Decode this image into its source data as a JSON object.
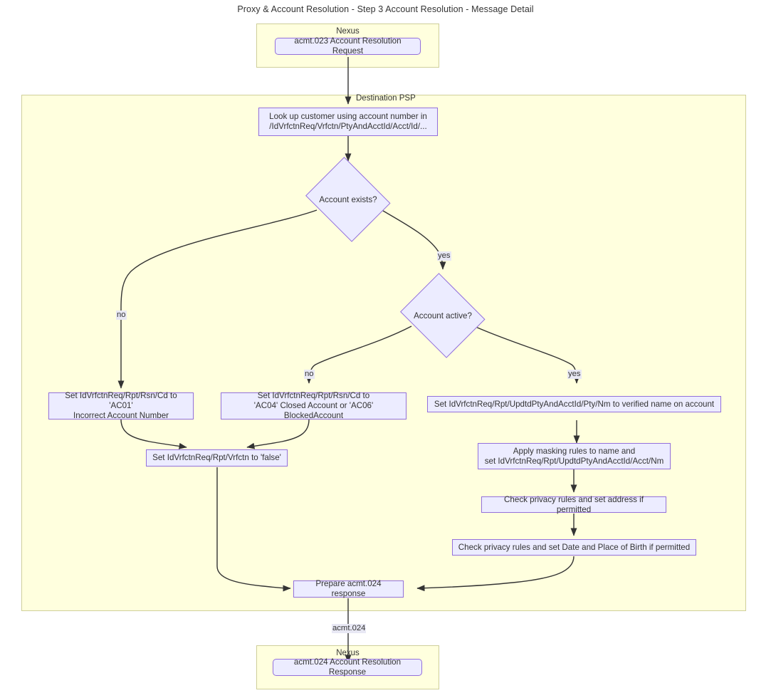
{
  "diagram": {
    "title": "Proxy & Account Resolution - Step 3 Account Resolution - Message Detail",
    "type": "flowchart",
    "colors": {
      "cluster_fill": "#ffffde",
      "cluster_border": "#cfcf9a",
      "node_fill": "#ececff",
      "node_border": "#9370db",
      "edge_stroke": "#333333",
      "text": "#333333",
      "page_background": "#ffffff"
    }
  },
  "clusters": [
    {
      "id": "nexus_top",
      "label": "Nexus"
    },
    {
      "id": "destination_psp",
      "label": "Destination PSP"
    },
    {
      "id": "nexus_bottom",
      "label": "Nexus"
    }
  ],
  "nodes": [
    {
      "id": "acmt023",
      "shape": "rounded-rect",
      "cluster": "nexus_top",
      "text": "acmt.023 Account Resolution Request"
    },
    {
      "id": "lookup",
      "shape": "rect",
      "cluster": "destination_psp",
      "text": "Look up customer using account number in\n/IdVrfctnReq/Vrfctn/PtyAndAcctId/Acct/Id/..."
    },
    {
      "id": "account_exists",
      "shape": "diamond",
      "cluster": "destination_psp",
      "text": "Account exists?"
    },
    {
      "id": "account_active",
      "shape": "diamond",
      "cluster": "destination_psp",
      "text": "Account active?"
    },
    {
      "id": "set_ac01",
      "shape": "rect",
      "cluster": "destination_psp",
      "text": "Set IdVrfctnReq/Rpt/Rsn/Cd to 'AC01'\nIncorrect Account Number"
    },
    {
      "id": "set_ac04_ac06",
      "shape": "rect",
      "cluster": "destination_psp",
      "text": "Set IdVrfctnReq/Rpt/Rsn/Cd to\n'AC04' Closed Account or 'AC06' BlockedAccount"
    },
    {
      "id": "set_verified_name",
      "shape": "rect",
      "cluster": "destination_psp",
      "text": "Set IdVrfctnReq/Rpt/UpdtdPtyAndAcctId/Pty/Nm to verified name on account"
    },
    {
      "id": "set_vrfctn_false",
      "shape": "rect",
      "cluster": "destination_psp",
      "text": "Set IdVrfctnReq/Rpt/Vrfctn to 'false'"
    },
    {
      "id": "apply_masking",
      "shape": "rect",
      "cluster": "destination_psp",
      "text": "Apply masking rules to name and\nset IdVrfctnReq/Rpt/UpdtdPtyAndAcctId/Acct/Nm"
    },
    {
      "id": "check_address",
      "shape": "rect",
      "cluster": "destination_psp",
      "text": "Check privacy rules and set address if permitted"
    },
    {
      "id": "check_dob",
      "shape": "rect",
      "cluster": "destination_psp",
      "text": "Check privacy rules and set Date and Place of Birth if permitted"
    },
    {
      "id": "prepare_response",
      "shape": "rect",
      "cluster": "destination_psp",
      "text": "Prepare acmt.024 response"
    },
    {
      "id": "acmt024",
      "shape": "rounded-rect",
      "cluster": "nexus_bottom",
      "text": "acmt.024 Account Resolution Response"
    }
  ],
  "edges": [
    {
      "from": "acmt023",
      "to": "lookup",
      "label": ""
    },
    {
      "from": "lookup",
      "to": "account_exists",
      "label": ""
    },
    {
      "from": "account_exists",
      "to": "set_ac01",
      "label": "no"
    },
    {
      "from": "account_exists",
      "to": "account_active",
      "label": "yes"
    },
    {
      "from": "account_active",
      "to": "set_ac04_ac06",
      "label": "no"
    },
    {
      "from": "account_active",
      "to": "set_verified_name",
      "label": "yes"
    },
    {
      "from": "set_ac01",
      "to": "set_vrfctn_false",
      "label": ""
    },
    {
      "from": "set_ac04_ac06",
      "to": "set_vrfctn_false",
      "label": ""
    },
    {
      "from": "set_verified_name",
      "to": "apply_masking",
      "label": ""
    },
    {
      "from": "apply_masking",
      "to": "check_address",
      "label": ""
    },
    {
      "from": "check_address",
      "to": "check_dob",
      "label": ""
    },
    {
      "from": "check_dob",
      "to": "prepare_response",
      "label": ""
    },
    {
      "from": "set_vrfctn_false",
      "to": "prepare_response",
      "label": ""
    },
    {
      "from": "prepare_response",
      "to": "acmt024",
      "label": "acmt.024"
    }
  ],
  "edge_labels": {
    "exists_no": "no",
    "exists_yes": "yes",
    "active_no": "no",
    "active_yes": "yes",
    "response_msg": "acmt.024"
  }
}
